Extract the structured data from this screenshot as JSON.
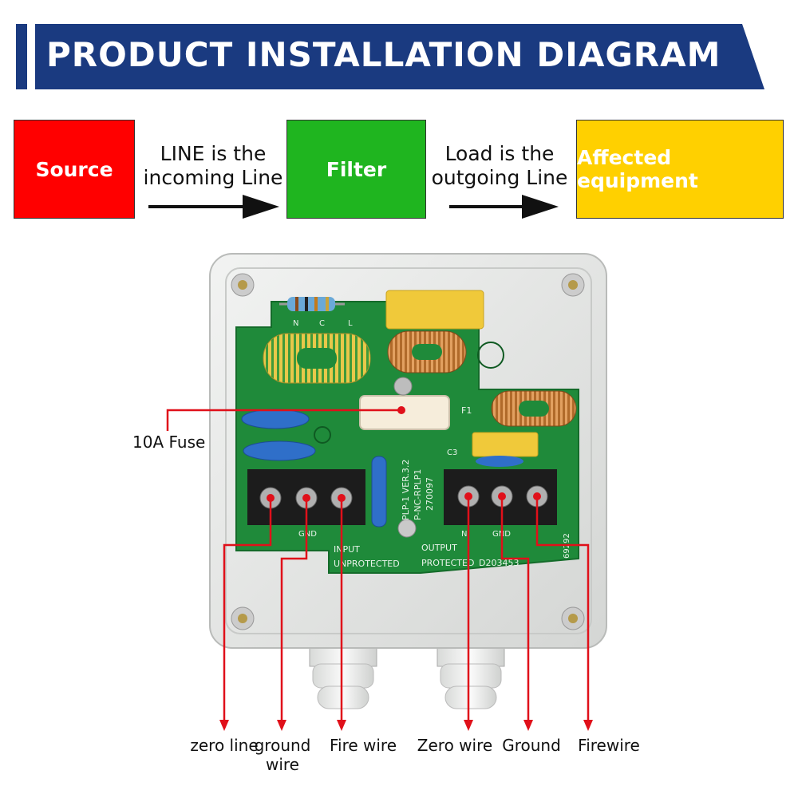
{
  "title": "PRODUCT INSTALLATION DIAGRAM",
  "flow": {
    "source": "Source",
    "filter": "Filter",
    "equipment": "Affected equipment",
    "line_text": "LINE is the\nincoming Line",
    "load_text": "Load is the\noutgoing Line"
  },
  "colors": {
    "banner": "#1a3a80",
    "source": "#ff0000",
    "filter": "#1fb51f",
    "equipment": "#ffd000",
    "callout": "#e0101a",
    "pcb": "#1f8a3a"
  },
  "pcb": {
    "input": "INPUT",
    "unprotected": "UNPROTECTED",
    "output": "OUTPUT",
    "protected": "PROTECTED",
    "serial": "D203453",
    "version": "PLP-1 VER.3.2",
    "model": "P-NC-RPLP1",
    "code": "270097",
    "side_code": "69292",
    "fuse_ref": "F1",
    "cap_ref": "C3",
    "gnd_left": "GND",
    "gnd_right": "GND",
    "n_right": "N",
    "pins": [
      "N",
      "C",
      "L"
    ]
  },
  "labels": {
    "fuse": "10A Fuse",
    "zero_line": "zero line",
    "ground_wire": "ground\nwire",
    "fire_wire": "Fire wire",
    "zero_wire": "Zero wire",
    "ground": "Ground",
    "firewire": "Firewire"
  }
}
